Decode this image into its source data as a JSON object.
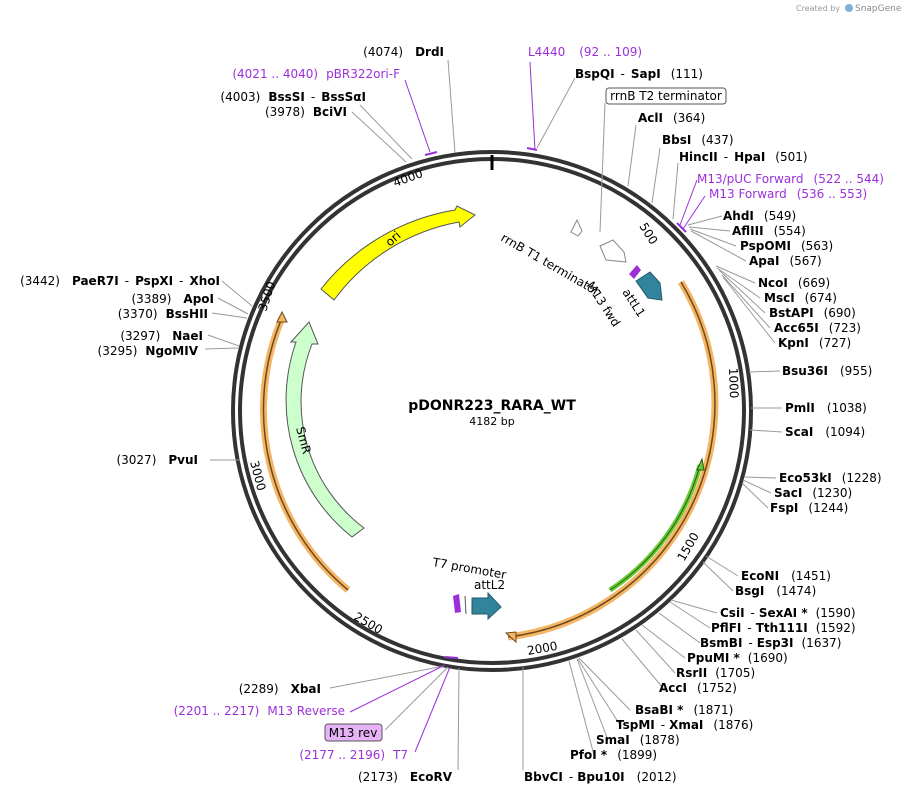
{
  "watermark": {
    "prefix": "Created by",
    "brand": "SnapGene"
  },
  "plasmid": {
    "name": "pDONR223_RARA_WT",
    "length_label": "4182 bp",
    "length": 4182
  },
  "ticks": [
    "500",
    "1000",
    "1500",
    "2000",
    "2500",
    "3000",
    "3500",
    "4000"
  ],
  "features": {
    "ori": "ori",
    "smr": "SmR",
    "rrnb_t1": "rrnB T1 terminator",
    "rrnb_t2": "rrnB T2 terminator",
    "attl1": "attL1",
    "attl2": "attL2",
    "m13fwd": "M13 fwd",
    "t7promoter": "T7 promoter",
    "m13rev": "M13 rev"
  },
  "enzymes": [
    {
      "id": "drdi",
      "name": "DrdI",
      "pos": "(4074)"
    },
    {
      "id": "bspqi",
      "name": "BspQI",
      "sep": "-",
      "name2": "SapI",
      "pos": "(111)"
    },
    {
      "id": "bsssi",
      "name": "BssSI",
      "sep": "-",
      "name2": "BssSαI",
      "pos": "(4003)"
    },
    {
      "id": "bcivi",
      "name": "BciVI",
      "pos": "(3978)"
    },
    {
      "id": "acli",
      "name": "AclI",
      "pos": "(364)"
    },
    {
      "id": "bbsi",
      "name": "BbsI",
      "pos": "(437)"
    },
    {
      "id": "hincii",
      "name": "HincII",
      "sep": "-",
      "name2": "HpaI",
      "pos": "(501)"
    },
    {
      "id": "ahdi",
      "name": "AhdI",
      "pos": "(549)"
    },
    {
      "id": "aflii",
      "name": "AflIII",
      "pos": "(554)"
    },
    {
      "id": "pspomi",
      "name": "PspOMI",
      "pos": "(563)"
    },
    {
      "id": "apai",
      "name": "ApaI",
      "pos": "(567)"
    },
    {
      "id": "ncoi",
      "name": "NcoI",
      "pos": "(669)"
    },
    {
      "id": "msci",
      "name": "MscI",
      "pos": "(674)"
    },
    {
      "id": "bstapi",
      "name": "BstAPI",
      "pos": "(690)"
    },
    {
      "id": "acc65i",
      "name": "Acc65I",
      "pos": "(723)"
    },
    {
      "id": "kpni",
      "name": "KpnI",
      "pos": "(727)"
    },
    {
      "id": "bsu36i",
      "name": "Bsu36I",
      "pos": "(955)"
    },
    {
      "id": "pmli",
      "name": "PmlI",
      "pos": "(1038)"
    },
    {
      "id": "scai",
      "name": "ScaI",
      "pos": "(1094)"
    },
    {
      "id": "eco53ki",
      "name": "Eco53kI",
      "pos": "(1228)"
    },
    {
      "id": "saci",
      "name": "SacI",
      "pos": "(1230)"
    },
    {
      "id": "fspi",
      "name": "FspI",
      "pos": "(1244)"
    },
    {
      "id": "econi",
      "name": "EcoNI",
      "pos": "(1451)"
    },
    {
      "id": "bsgi",
      "name": "BsgI",
      "pos": "(1474)"
    },
    {
      "id": "csii",
      "name": "CsiI",
      "sep": "-",
      "name2": "SexAI *",
      "pos": "(1590)"
    },
    {
      "id": "pflfi",
      "name": "PflFI",
      "sep": "-",
      "name2": "Tth111I",
      "pos": "(1592)"
    },
    {
      "id": "bsmbi",
      "name": "BsmBI",
      "sep": "-",
      "name2": "Esp3I",
      "pos": "(1637)"
    },
    {
      "id": "ppumi",
      "name": "PpuMI *",
      "pos": "(1690)"
    },
    {
      "id": "rsrii",
      "name": "RsrII",
      "pos": "(1705)"
    },
    {
      "id": "acci",
      "name": "AccI",
      "pos": "(1752)"
    },
    {
      "id": "bsabi",
      "name": "BsaBI *",
      "pos": "(1871)"
    },
    {
      "id": "tspmi",
      "name": "TspMI",
      "sep": "-",
      "name2": "XmaI",
      "pos": "(1876)"
    },
    {
      "id": "smai",
      "name": "SmaI",
      "pos": "(1878)"
    },
    {
      "id": "pfoi",
      "name": "PfoI *",
      "pos": "(1899)"
    },
    {
      "id": "bbvci",
      "name": "BbvCI",
      "sep": "-",
      "name2": "Bpu10I",
      "pos": "(2012)"
    },
    {
      "id": "ecorv",
      "name": "EcoRV",
      "pos": "(2173)"
    },
    {
      "id": "xbai",
      "name": "XbaI",
      "pos": "(2289)"
    },
    {
      "id": "pvui",
      "name": "PvuI",
      "pos": "(3027)"
    },
    {
      "id": "ngomiv",
      "name": "NgoMIV",
      "pos": "(3295)"
    },
    {
      "id": "naei",
      "name": "NaeI",
      "pos": "(3297)"
    },
    {
      "id": "bsshii",
      "name": "BssHII",
      "pos": "(3370)"
    },
    {
      "id": "apoi",
      "name": "ApoI",
      "pos": "(3389)"
    },
    {
      "id": "paer7i",
      "name": "PaeR7I",
      "sep": "-",
      "name2": "PspXI",
      "sep2": "-",
      "name3": "XhoI",
      "pos": "(3442)"
    }
  ],
  "primers": [
    {
      "id": "l4440",
      "name": "L4440",
      "range": "(92 .. 109)"
    },
    {
      "id": "pbr322",
      "name": "pBR322ori-F",
      "range": "(4021 .. 4040)"
    },
    {
      "id": "m13puc",
      "name": "M13/pUC Forward",
      "range": "(522 .. 544)"
    },
    {
      "id": "m13forward",
      "name": "M13 Forward",
      "range": "(536 .. 553)"
    },
    {
      "id": "m13reverse",
      "name": "M13 Reverse",
      "range": "(2201 .. 2217)"
    },
    {
      "id": "t7",
      "name": "T7",
      "range": "(2177 .. 2196)"
    }
  ],
  "colors": {
    "ori": "#ffff00",
    "smr": "#ccffcc",
    "att": "#31849b",
    "orf": "#f5b567",
    "green": "#66cc33",
    "primer": "#9b30d9"
  }
}
